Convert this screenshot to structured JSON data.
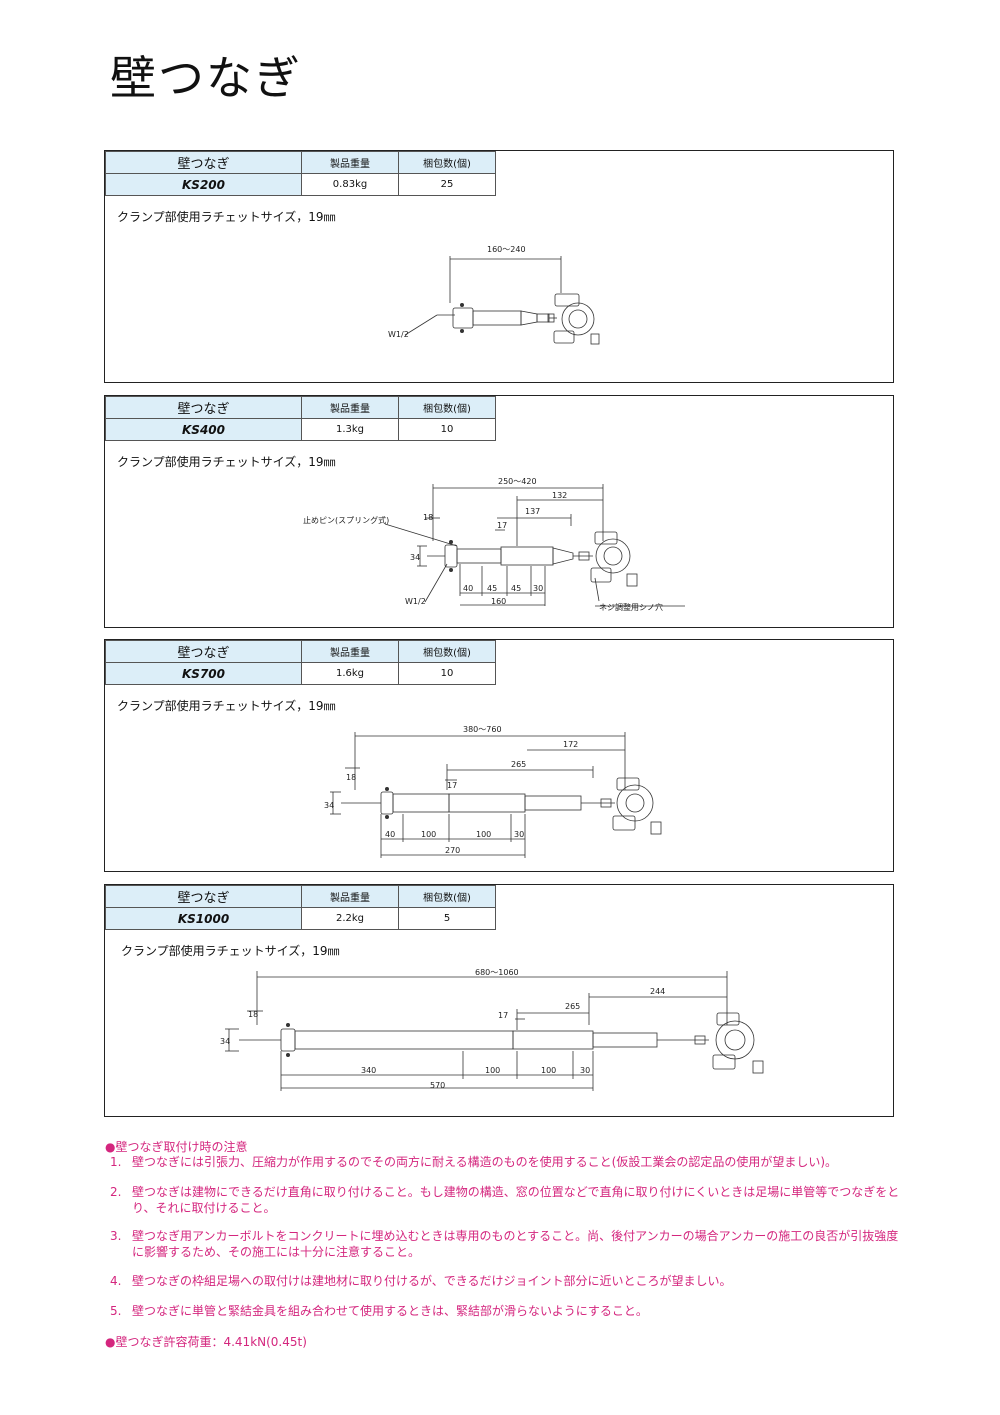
{
  "page_title": "壁つなぎ",
  "products": [
    {
      "header_name": "壁つなぎ",
      "header_weight": "製品重量",
      "header_pack": "梱包数(個)",
      "model": "KS200",
      "weight": "0.83kg",
      "pack": "25",
      "ratchet": "クランプ部使用ラチェットサイズ，19㎜",
      "dims": {
        "total": "160～240",
        "thread": "W1/2"
      }
    },
    {
      "header_name": "壁つなぎ",
      "header_weight": "製品重量",
      "header_pack": "梱包数(個)",
      "model": "KS400",
      "weight": "1.3kg",
      "pack": "10",
      "ratchet": "クランプ部使用ラチェットサイズ，19㎜",
      "dims": {
        "total": "250～420",
        "d132": "132",
        "d137": "137",
        "d18": "18",
        "d17": "17",
        "d34": "34",
        "d40": "40",
        "d45a": "45",
        "d45b": "45",
        "d30": "30",
        "d160": "160",
        "pin": "止めピン(スプリング式)",
        "thread": "W1/2",
        "hole": "ネジ調整用シノ穴"
      }
    },
    {
      "header_name": "壁つなぎ",
      "header_weight": "製品重量",
      "header_pack": "梱包数(個)",
      "model": "KS700",
      "weight": "1.6kg",
      "pack": "10",
      "ratchet": "クランプ部使用ラチェットサイズ，19㎜",
      "dims": {
        "total": "380～760",
        "d172": "172",
        "d265": "265",
        "d18": "18",
        "d17": "17",
        "d34": "34",
        "d40": "40",
        "d100a": "100",
        "d100b": "100",
        "d30": "30",
        "d270": "270"
      }
    },
    {
      "header_name": "壁つなぎ",
      "header_weight": "製品重量",
      "header_pack": "梱包数(個)",
      "model": "KS1000",
      "weight": "2.2kg",
      "pack": "5",
      "ratchet": "クランプ部使用ラチェットサイズ，19㎜",
      "dims": {
        "total": "680～1060",
        "d244": "244",
        "d265": "265",
        "d18": "18",
        "d17": "17",
        "d34": "34",
        "d340": "340",
        "d100a": "100",
        "d100b": "100",
        "d30": "30",
        "d570": "570"
      }
    }
  ],
  "notes": {
    "heading": "●壁つなぎ取付け時の注意",
    "items": [
      {
        "num": "1.",
        "text": "壁つなぎには引張力、圧縮力が作用するのでその両方に耐える構造のものを使用すること(仮設工業会の認定品の使用が望ましい)。"
      },
      {
        "num": "2.",
        "text": "壁つなぎは建物にできるだけ直角に取り付けること。もし建物の構造、窓の位置などで直角に取り付けにくいときは足場に単管等でつなぎをとり、それに取付けること。"
      },
      {
        "num": "3.",
        "text": "壁つなぎ用アンカーボルトをコンクリートに埋め込むときは専用のものとすること。尚、後付アンカーの場合アンカーの施工の良否が引抜強度に影響するため、その施工には十分に注意すること。"
      },
      {
        "num": "4.",
        "text": "壁つなぎの枠組足場への取付けは建地材に取り付けるが、できるだけジョイント部分に近いところが望ましい。"
      },
      {
        "num": "5.",
        "text": "壁つなぎに単管と緊結金具を組み合わせて使用するときは、緊結部が滑らないようにすること。"
      }
    ],
    "allowable_load": "●壁つなぎ許容荷重：4.41kN(0.45t)"
  },
  "colors": {
    "table_header": "#dceef8",
    "note_text": "#d4267e",
    "border": "#222222"
  }
}
